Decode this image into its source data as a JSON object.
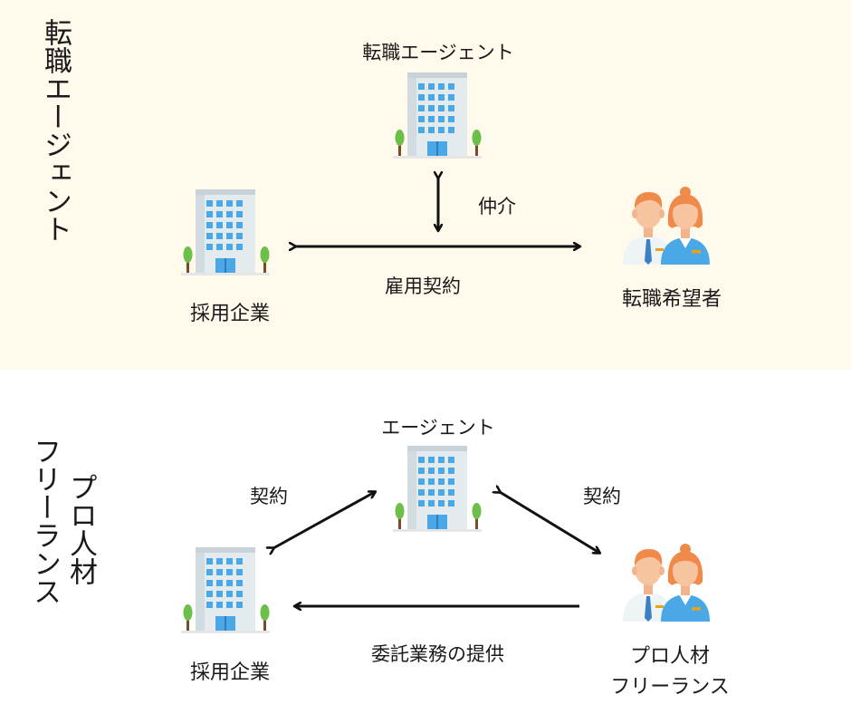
{
  "top": {
    "title_vertical": "転職エージェント",
    "agent_label": "転職エージェント",
    "employer_label": "採用企業",
    "seeker_label": "転職希望者",
    "mediation_label": "仲介",
    "contract_label": "雇用契約"
  },
  "bottom": {
    "title_col1": "フリーランス",
    "title_col2": "プロ人材",
    "agent_label": "エージェント",
    "employer_label": "採用企業",
    "freelancer_line1": "プロ人材",
    "freelancer_line2": "フリーランス",
    "contract_left_label": "契約",
    "contract_right_label": "契約",
    "service_label": "委託業務の提供"
  },
  "colors": {
    "top_background": "#fffaeb",
    "bottom_background": "#ffffff",
    "arrow": "#111111",
    "building_window": "#4aa8e6",
    "tree": "#6cc04a"
  },
  "icons": [
    "building-icon",
    "people-icon"
  ]
}
